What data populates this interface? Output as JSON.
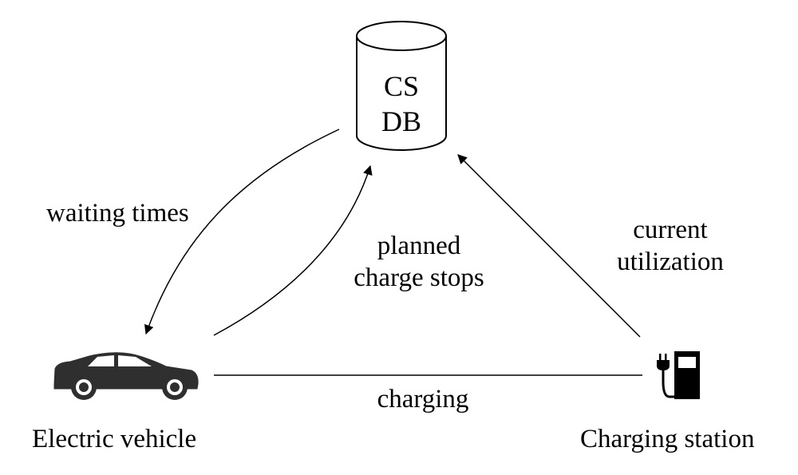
{
  "database": {
    "line1": "CS",
    "line2": "DB"
  },
  "labels": {
    "waiting_times": "waiting times",
    "planned_line1": "planned",
    "planned_line2": "charge stops",
    "current_line1": "current",
    "current_line2": "utilization",
    "charging": "charging",
    "electric_vehicle": "Electric vehicle",
    "charging_station": "Charging station"
  },
  "icons": {
    "vehicle": "car-icon",
    "station": "charging-station-icon",
    "database": "database-cylinder-icon"
  },
  "colors": {
    "stroke": "#000000",
    "vehicle_fill": "#2f2f2f",
    "background": "#ffffff"
  }
}
